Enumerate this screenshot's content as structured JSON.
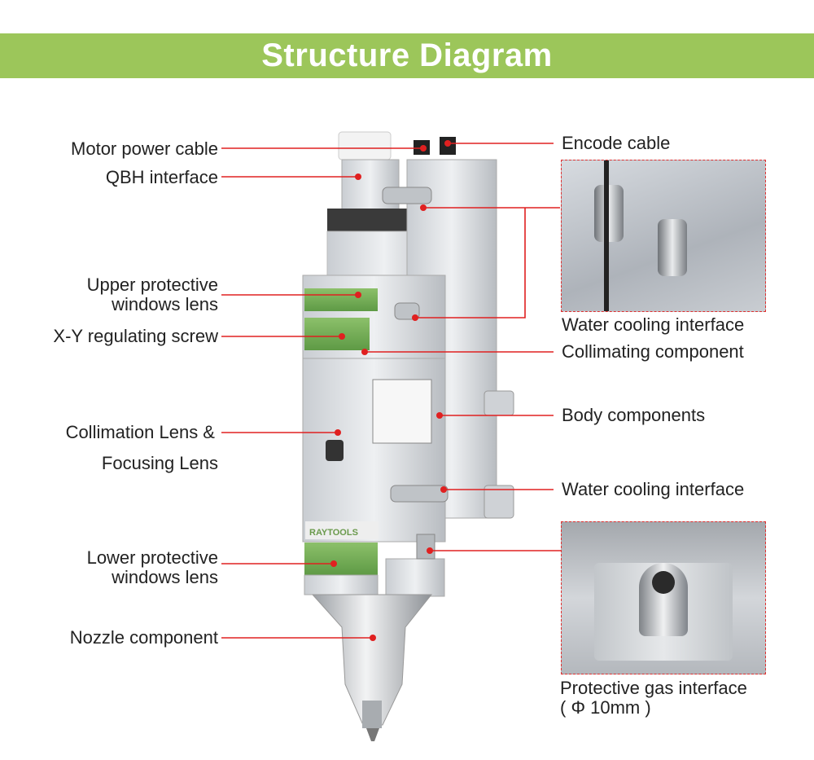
{
  "header": {
    "title": "Structure Diagram"
  },
  "colors": {
    "banner": "#9cc65a",
    "callout_line": "#e02020",
    "text": "#222222"
  },
  "labels_left": {
    "motor_power_cable": "Motor power cable",
    "qbh_interface": "QBH interface",
    "upper_protective_1": "Upper protective",
    "upper_protective_2": "windows lens",
    "xy_screw": "X-Y regulating screw",
    "collimation_lens": "Collimation Lens &",
    "focusing_lens": "Focusing Lens",
    "lower_protective_1": "Lower protective",
    "lower_protective_2": "windows lens",
    "nozzle": "Nozzle component"
  },
  "labels_right": {
    "encode_cable": "Encode cable",
    "water_cooling_upper": "Water cooling interface",
    "collimating_component": "Collimating component",
    "body_components": "Body components",
    "water_cooling_lower": "Water cooling interface",
    "protective_gas_1": "Protective gas interface",
    "protective_gas_2": "( Φ 10mm )"
  },
  "product": {
    "brand_plate": "RAYTOOLS"
  }
}
